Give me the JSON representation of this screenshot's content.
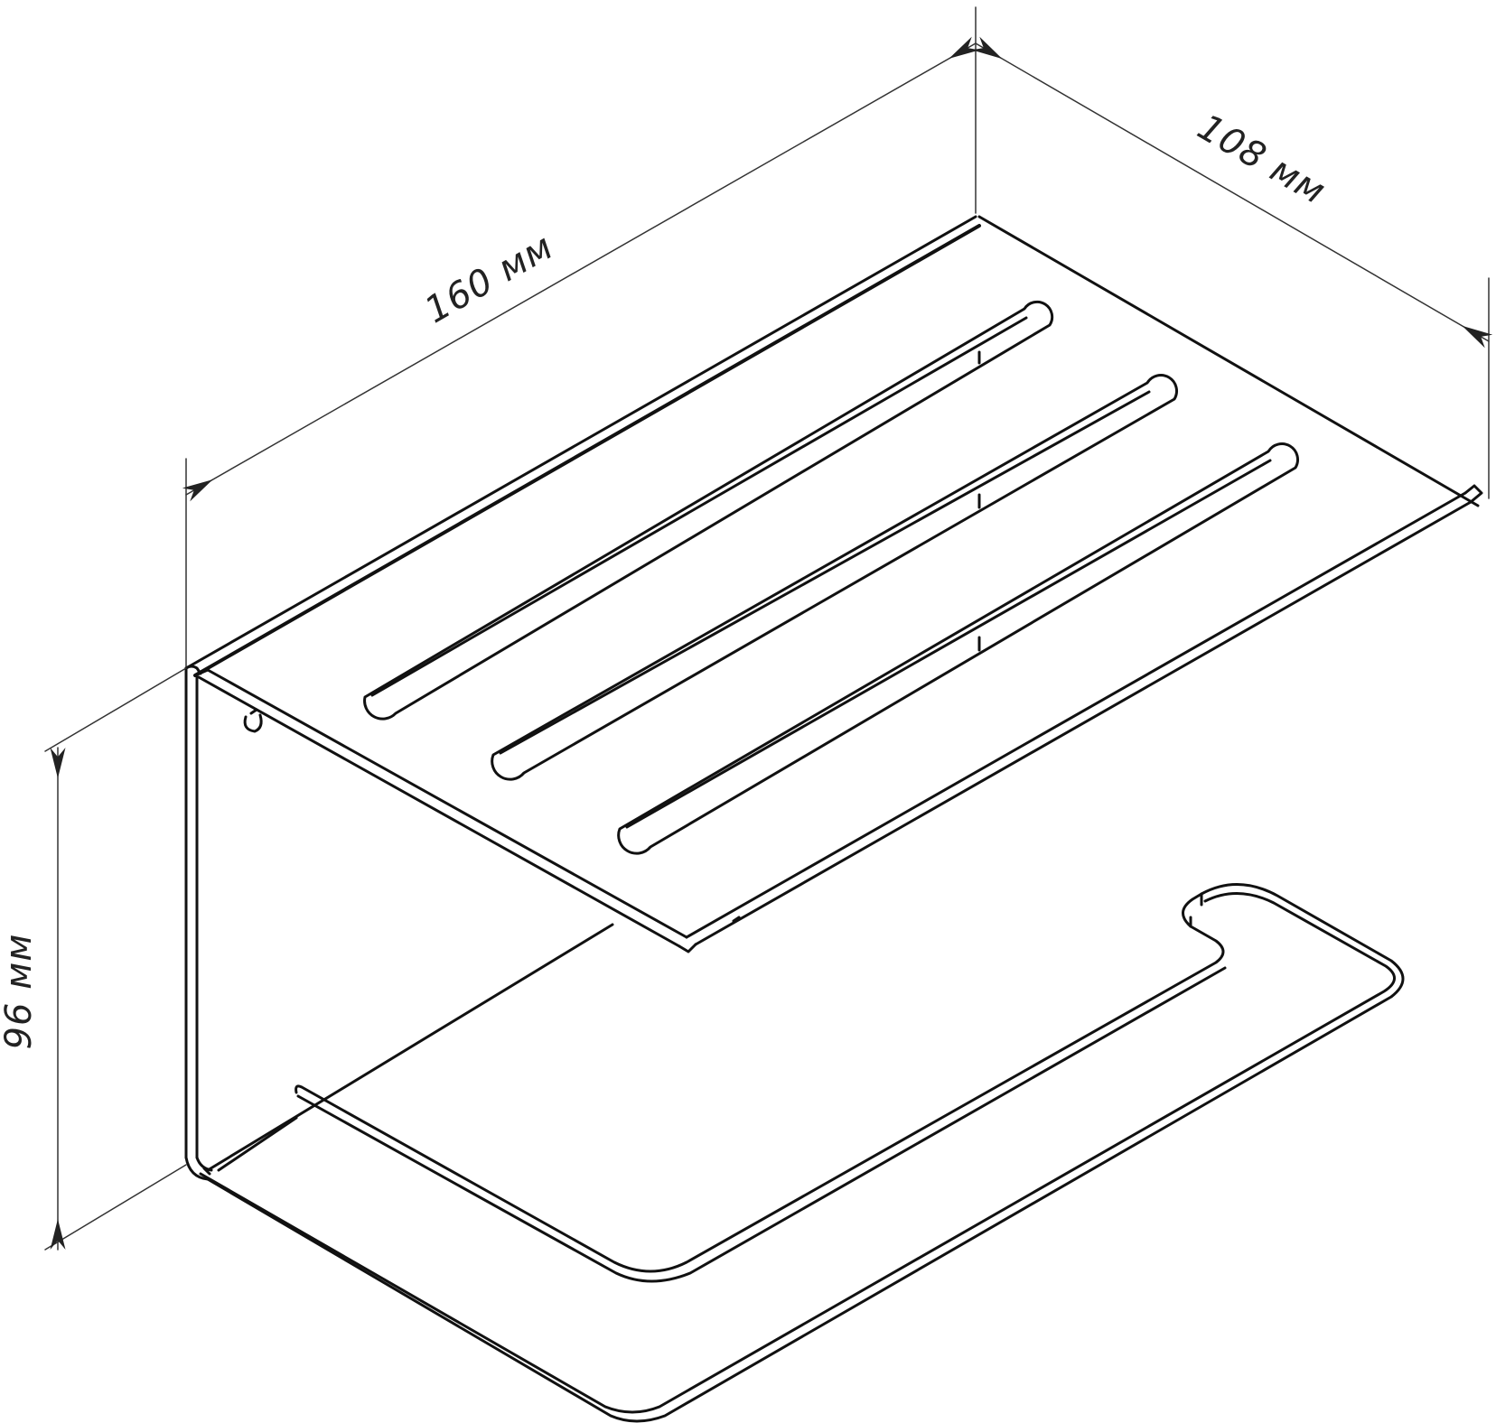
{
  "dimensions": {
    "length_label": "160 мм",
    "depth_label": "108 мм",
    "height_label": "96 мм"
  },
  "colors": {
    "stroke": "#111111",
    "background": "#ffffff",
    "dimension": "#333333"
  }
}
